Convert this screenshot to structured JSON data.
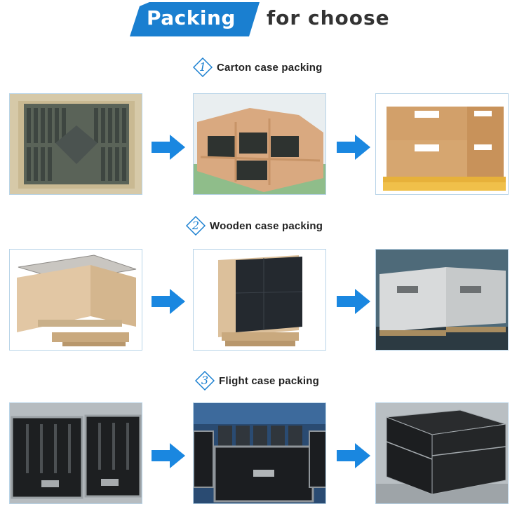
{
  "header": {
    "highlight": "Packing",
    "rest": "for choose",
    "accent": "#1a7fd0"
  },
  "sections": [
    {
      "number": "1",
      "label": "Carton case packing"
    },
    {
      "number": "2",
      "label": "Wooden case packing"
    },
    {
      "number": "3",
      "label": "Flight case packing"
    }
  ],
  "arrow_icon": "right-arrow-icon"
}
